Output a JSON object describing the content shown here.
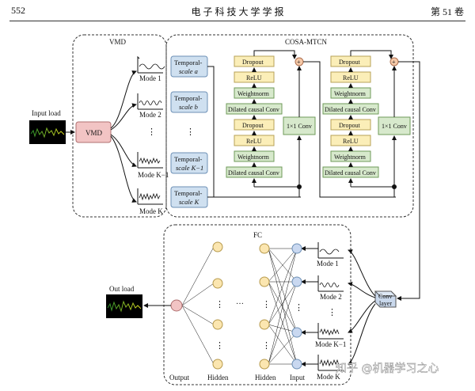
{
  "header": {
    "page_number": "552",
    "journal": "电 子 科 技 大 学 学 报",
    "volume": "第 51 卷"
  },
  "diagram": {
    "vmd_box_title": "VMD",
    "cosa_title": "COSA-MTCN",
    "input_load": "Input load",
    "vmd_block": "VMD",
    "modes_top": [
      "Mode 1",
      "Mode 2",
      "Mode K−1",
      "Mode K"
    ],
    "vdots": "⋮",
    "temporal": [
      {
        "l1": "Temporal-",
        "l2": "scale a"
      },
      {
        "l1": "Temporal-",
        "l2": "scale b"
      },
      {
        "l1": "Temporal-",
        "l2": "scale K−1"
      },
      {
        "l1": "Temporal-",
        "l2": "scale K"
      }
    ],
    "tcn_stack": [
      "Dropout",
      "ReLU",
      "Weightnorm",
      "Dilated causal Conv",
      "Dropout",
      "ReLU",
      "Weightnorm",
      "Dilated causal Conv"
    ],
    "conv1x1": "1×1 Conv",
    "plus": "+",
    "fc_label": "FC",
    "out_load": "Out load",
    "layer_labels": {
      "output": "Output",
      "hidden1": "Hidden",
      "hidden2": "Hidden",
      "input": "Input"
    },
    "modes_bottom": [
      "Mode 1",
      "Mode 2",
      "Mode K−1",
      "Mode K"
    ],
    "conv_layer": {
      "l1": "Conv",
      "l2": "layer"
    },
    "hdots": "…",
    "watermark": "知乎 @机器学习之心"
  }
}
